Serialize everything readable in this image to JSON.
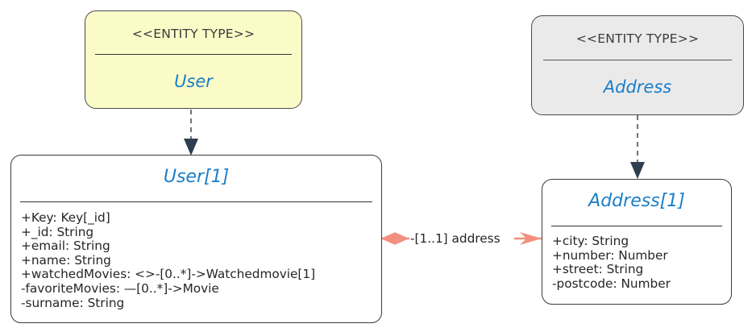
{
  "diagram": {
    "type": "uml-class-diagram",
    "background": "#ffffff"
  },
  "colors": {
    "entity_user_fill": "#fbfbc8",
    "entity_address_fill": "#eaeaea",
    "class_fill": "#ffffff",
    "border": "#3b3b3b",
    "title_text": "#1a7ec8",
    "body_text": "#262626",
    "association": "#f0907f",
    "realization_arrow": "#2e3d50"
  },
  "entity_types": [
    {
      "id": "entity-user",
      "stereotype": "<<ENTITY TYPE>>",
      "name": "User",
      "fill": "#fbfbc8"
    },
    {
      "id": "entity-address",
      "stereotype": "<<ENTITY TYPE>>",
      "name": "Address",
      "fill": "#eaeaea"
    }
  ],
  "classes": [
    {
      "id": "class-user",
      "title": "User[1]",
      "attributes": [
        "+Key: Key[_id]",
        "+_id: String",
        "+email: String",
        "+name: String",
        "+watchedMovies: <>-[0..*]->Watchedmovie[1]",
        "-favoriteMovies: —[0..*]->Movie",
        "-surname: String"
      ]
    },
    {
      "id": "class-address",
      "title": "Address[1]",
      "attributes": [
        "+city: String",
        "+number: Number",
        "+street: String",
        "-postcode: Number"
      ]
    }
  ],
  "associations": [
    {
      "id": "assoc-address",
      "label": "-[1..1] address",
      "source": "class-user",
      "target": "class-address",
      "source_marker": "filled-diamond",
      "target_marker": "open-arrow",
      "color": "#f0907f"
    }
  ],
  "realizations": [
    {
      "id": "realize-user",
      "source": "entity-user",
      "target": "class-user",
      "style": "dashed",
      "marker": "solid-triangle"
    },
    {
      "id": "realize-address",
      "source": "entity-address",
      "target": "class-address",
      "style": "dashed",
      "marker": "solid-triangle"
    }
  ]
}
